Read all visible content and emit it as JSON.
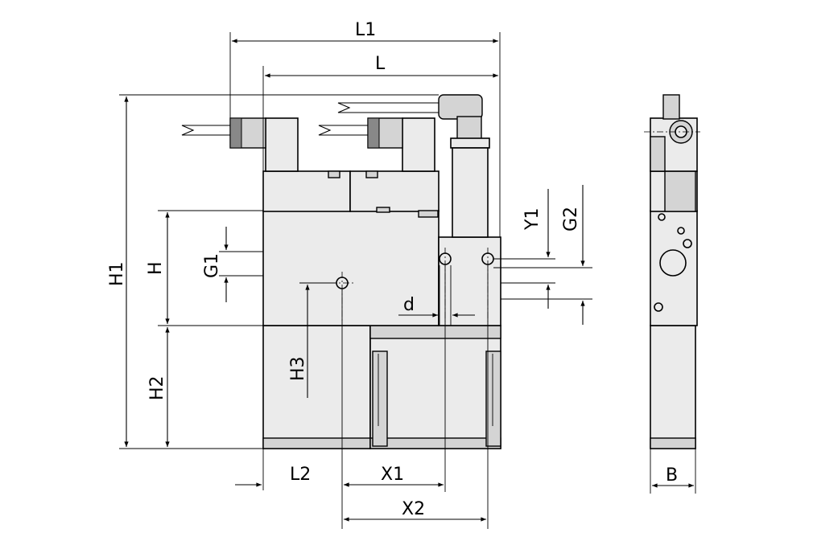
{
  "drawing": {
    "labels": {
      "L1": "L1",
      "L": "L",
      "H1": "H1",
      "H": "H",
      "G1": "G1",
      "H2": "H2",
      "H3": "H3",
      "Y1": "Y1",
      "G2": "G2",
      "d": "d",
      "L2": "L2",
      "X1": "X1",
      "X2": "X2",
      "B": "B"
    },
    "colors": {
      "body": "#ebebeb",
      "shade": "#d4d4d4",
      "line": "#000000",
      "background": "#ffffff"
    }
  }
}
